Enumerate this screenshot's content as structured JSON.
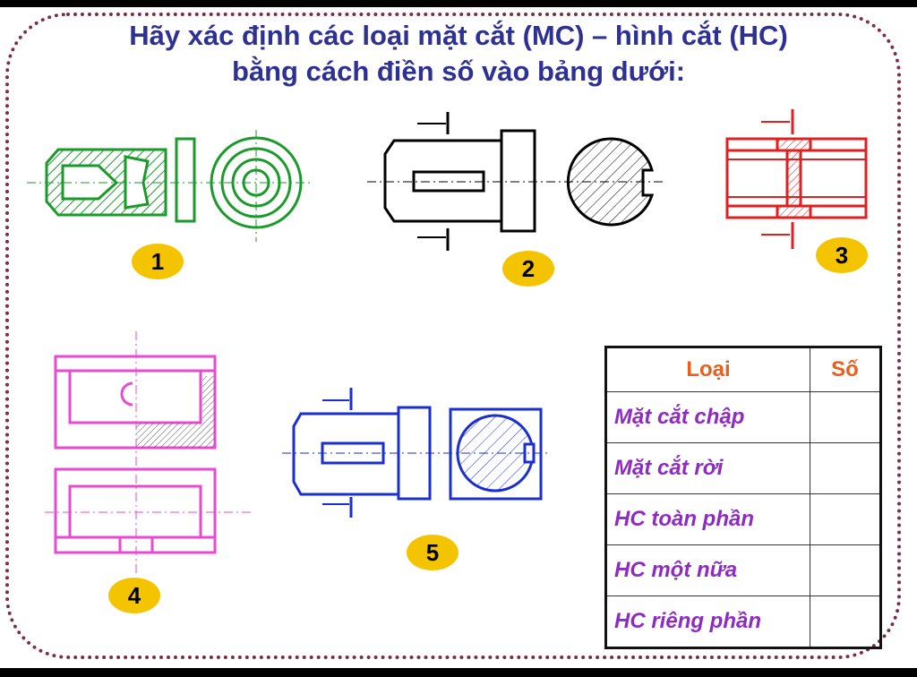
{
  "title": {
    "line1": "Hãy xác định các loại mặt cắt (MC) – hình cắt (HC)",
    "line2": "bằng cách điền  số vào bảng dưới:"
  },
  "figures": [
    {
      "label": "1",
      "color": "#1a9a2a"
    },
    {
      "label": "2",
      "color": "#000000"
    },
    {
      "label": "3",
      "color": "#e02020"
    },
    {
      "label": "4",
      "color": "#e94ad0"
    },
    {
      "label": "5",
      "color": "#1a2fd0"
    }
  ],
  "table": {
    "headers": [
      "Loại",
      "Số"
    ],
    "rows": [
      {
        "type": "Mặt cắt chập",
        "number": ""
      },
      {
        "type": "Mặt cắt rời",
        "number": ""
      },
      {
        "type": "HC toàn phần",
        "number": ""
      },
      {
        "type": "HC một nữa",
        "number": ""
      },
      {
        "type": "HC riêng phần",
        "number": ""
      }
    ]
  }
}
